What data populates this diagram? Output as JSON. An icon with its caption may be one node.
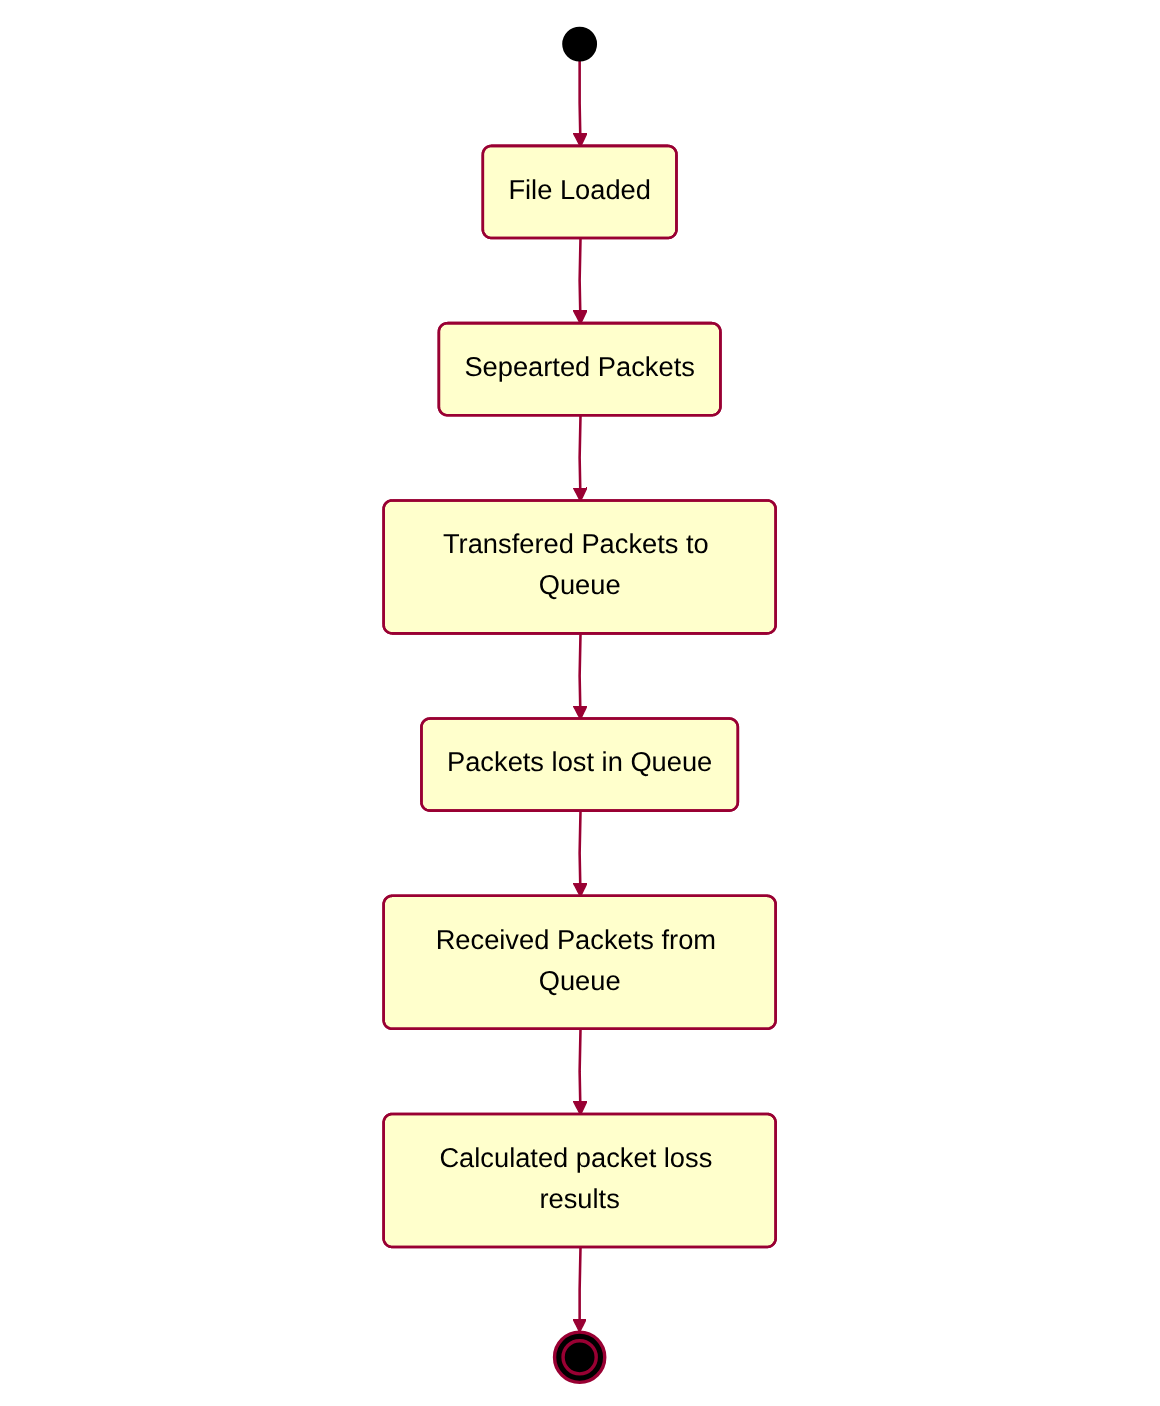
{
  "diagram": {
    "nodes": [
      {
        "text": [],
        "shape": "circle"
      },
      {
        "text": [
          "File Loaded"
        ]
      },
      {
        "text": [
          "Sepearted Packets"
        ]
      },
      {
        "text": [
          "Transfered Packets to Queue"
        ]
      },
      {
        "text": [
          "Packets lost in Queue"
        ]
      },
      {
        "text": [
          "Received Packets from Queue"
        ]
      },
      {
        "text": [
          "Calculated packet loss results"
        ]
      },
      {
        "text": [],
        "shape": "circle"
      }
    ],
    "edges": [
      {
        "from": 0,
        "to": 1,
        "arrow": "to"
      },
      {
        "from": 1,
        "to": 2,
        "arrow": "to"
      },
      {
        "from": 2,
        "to": 3,
        "arrow": "to"
      },
      {
        "from": 3,
        "to": 4,
        "arrow": "to"
      },
      {
        "from": 4,
        "to": 5,
        "arrow": "to"
      },
      {
        "from": 5,
        "to": 6,
        "arrow": "to"
      },
      {
        "from": 6,
        "to": 7,
        "arrow": "to"
      }
    ]
  }
}
